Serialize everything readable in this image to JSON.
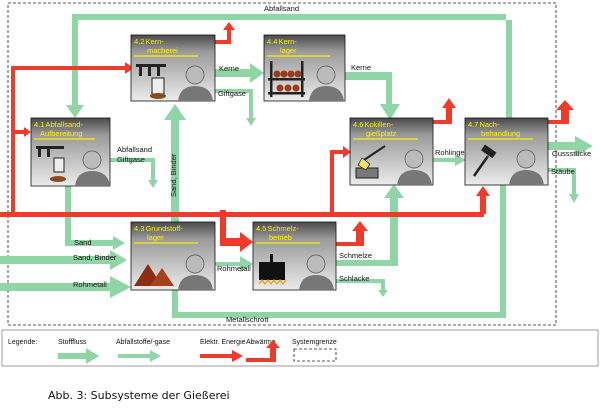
{
  "boxes": {
    "b41": {
      "num": "4.1",
      "line1": "Abfallsand-",
      "line2": "Aufbereitung"
    },
    "b42": {
      "num": "4.2",
      "line1": "Kern-",
      "line2": "macherei"
    },
    "b43": {
      "num": "4.3",
      "line1": "Grundstoff-",
      "line2": "lager"
    },
    "b44": {
      "num": "4.4",
      "line1": "Kern-",
      "line2": "lager"
    },
    "b45": {
      "num": "4.5",
      "line1": "Schmelz-",
      "line2": "betrieb"
    },
    "b46": {
      "num": "4.6",
      "line1": "Kokillen-",
      "line2": "gießplatz"
    },
    "b47": {
      "num": "4.7",
      "line1": "Nach-",
      "line2": "behandlung"
    }
  },
  "labels": {
    "abfallsand_top": "Abfallsand",
    "kerne1": "Kerne",
    "kerne2": "Kerne",
    "giftgase_kern": "Giftgase",
    "abfallsand_mid": "Abfallsand",
    "giftgase_mid": "Giftgase",
    "sand_binder_vert": "Sand, Binder",
    "sand": "Sand",
    "sand_binder": "Sand, Binder",
    "rohmetall_in": "Rohmetall",
    "rohmetall": "Rohmetall",
    "schmelze": "Schmelze",
    "schlacke": "Schlacke",
    "rohlinge": "Rohlinge",
    "gussstuecke": "Gussstücke",
    "staube": "Stäube",
    "metallschrott": "Metallschrott"
  },
  "legend": {
    "title": "Legende:",
    "stofffluss": "Stofffluss",
    "abfall": "Abfallstoffe/-gase",
    "energie": "Elektr. Energie",
    "abwaerme": "Abwärme",
    "systemgrenze": "Systemgrenze"
  },
  "caption": "Abb. 3: Subsysteme der Gießerei",
  "colors": {
    "material_flow": "#8fd5a6",
    "energy": "#ee3b2b",
    "box_title_bg": "#555555",
    "box_title_text": "#ffee00"
  }
}
